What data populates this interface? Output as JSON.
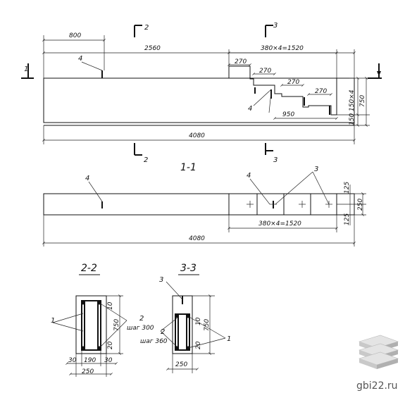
{
  "elevation": {
    "dim_800": "800",
    "dim_2560": "2560",
    "dim_380x4": "380×4=1520",
    "dim_270": "270",
    "dim_950": "950",
    "dim_4080": "4080",
    "dim_150x4": "150×4",
    "dim_750": "750",
    "dim_150": "150",
    "mark_4": "4",
    "cut_1": "1",
    "cut_2": "2",
    "cut_3": "3"
  },
  "plan": {
    "title": "1-1",
    "mark_4": "4",
    "mark_3": "3",
    "dim_125": "125",
    "dim_250": "250",
    "dim_380x4": "380×4=1520",
    "dim_4080": "4080"
  },
  "section_2": {
    "title": "2-2",
    "mark_1": "1",
    "mark_2": "2",
    "step": "шаг 300",
    "dim_10": "10",
    "dim_750": "750",
    "dim_20": "20",
    "dim_30": "30",
    "dim_190": "190",
    "dim_250": "250"
  },
  "section_3": {
    "title": "3-3",
    "mark_3": "3",
    "mark_2": "2",
    "mark_1": "1",
    "step": "шаг 360",
    "dim_10": "10",
    "dim_750": "750",
    "dim_20": "20",
    "dim_250": "250"
  },
  "watermark": {
    "site": "gbi22.ru",
    "logo": "stacked-slabs-icon"
  }
}
